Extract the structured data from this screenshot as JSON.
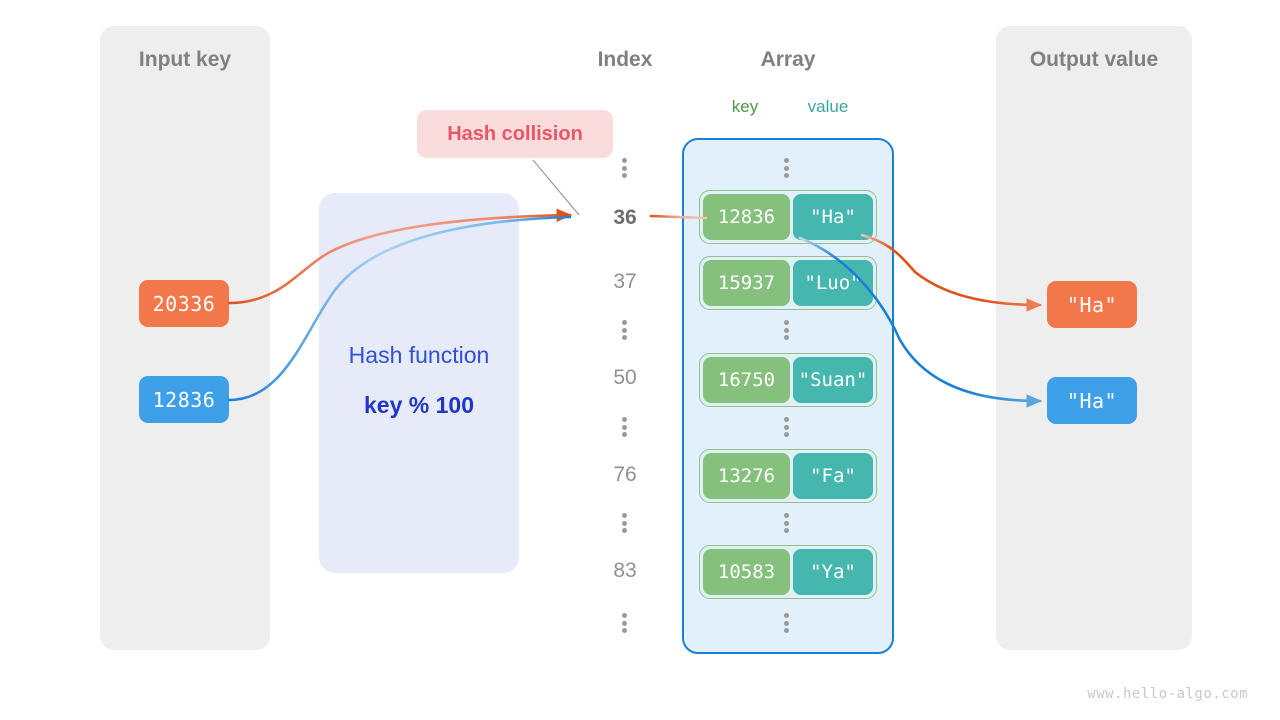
{
  "diagram": {
    "title_left": "Input key",
    "title_right": "Output value",
    "col_index": "Index",
    "col_array": "Array",
    "sub_key": "key",
    "sub_value": "value",
    "callout": "Hash collision",
    "hash_function_line1": "Hash function",
    "hash_function_line2": "key % 100",
    "watermark": "www.hello-algo.com"
  },
  "input_keys": [
    {
      "label": "20336",
      "color": "#f2774a"
    },
    {
      "label": "12836",
      "color": "#3ea0e8"
    }
  ],
  "output_values": [
    {
      "label": "\"Ha\"",
      "color": "#f2774a"
    },
    {
      "label": "\"Ha\"",
      "color": "#3ea0e8"
    }
  ],
  "indices": [
    {
      "label": "36",
      "active": true
    },
    {
      "label": "37",
      "active": false
    },
    {
      "label": "50",
      "active": false
    },
    {
      "label": "76",
      "active": false
    },
    {
      "label": "83",
      "active": false
    }
  ],
  "buckets": [
    {
      "index": "36",
      "key": "12836",
      "value": "\"Ha\""
    },
    {
      "index": "37",
      "key": "15937",
      "value": "\"Luo\""
    },
    {
      "index": "50",
      "key": "16750",
      "value": "\"Suan\""
    },
    {
      "index": "76",
      "key": "13276",
      "value": "\"Fa\""
    },
    {
      "index": "83",
      "key": "10583",
      "value": "\"Ya\""
    }
  ],
  "colors": {
    "panel_bg": "#eeeeee",
    "array_bg": "#e2f0fb",
    "array_border": "#1b7fd4",
    "key_cell": "#85c07d",
    "value_cell": "#45b7ae",
    "hash_box_bg": "#e6eaf9",
    "hash_text": "#3050d8",
    "callout_bg": "#fbdcdc",
    "callout_text": "#e8566a",
    "orange_flow": "#e0521c",
    "blue_flow": "#1b7fd4"
  }
}
